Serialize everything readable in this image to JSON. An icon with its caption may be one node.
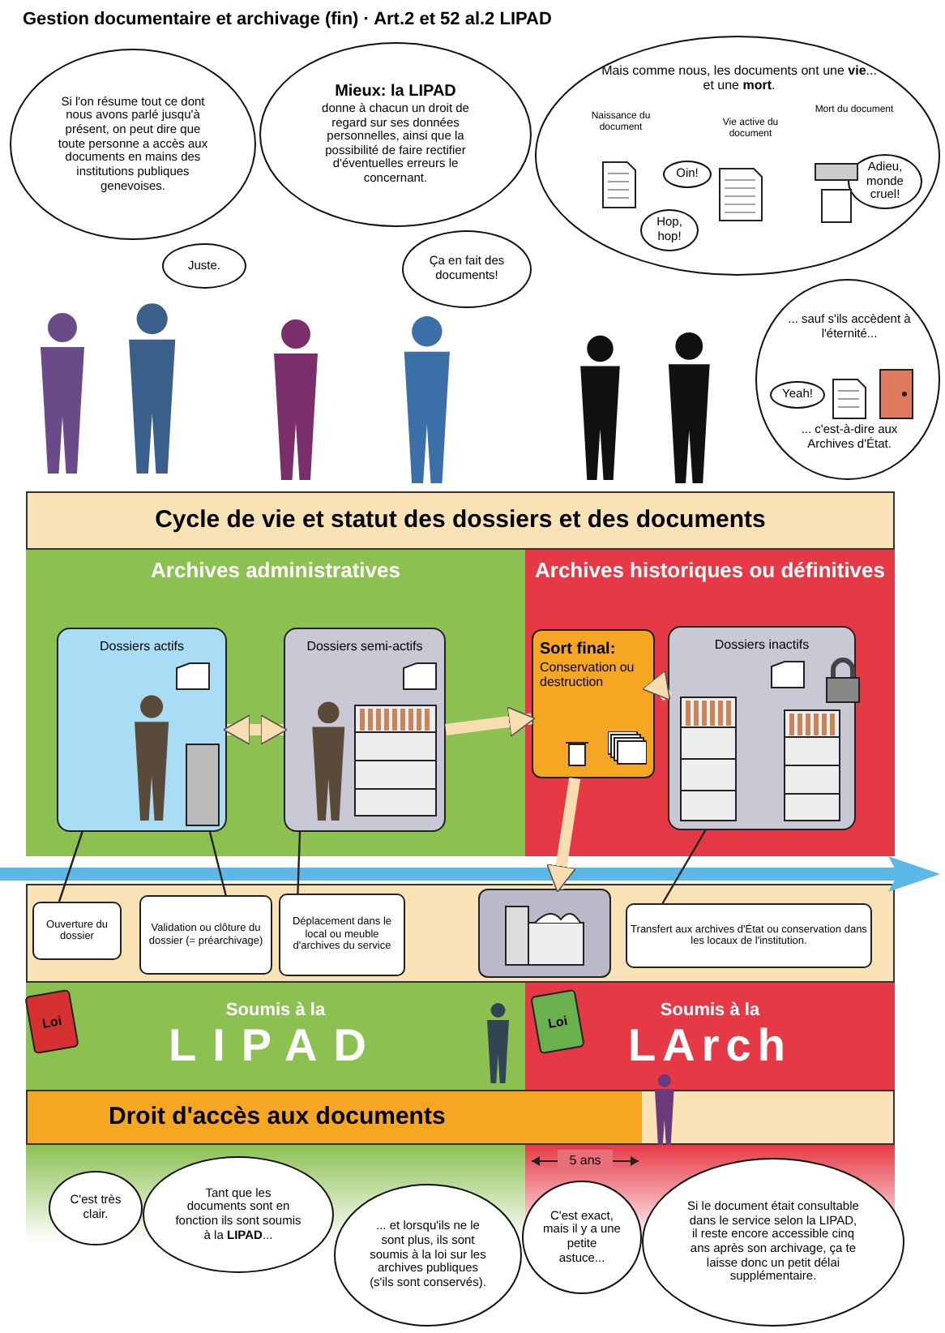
{
  "diagram": {
    "title": "Gestion documentaire et archivage (fin) · Art.2 et 52 al.2 LIPAD",
    "nodes": [
      {
        "text": [
          "Si l'on résume tout ce dont nous avons parlé jusqu'à présent, on peut dire que toute personne a accès aux documents en mains des institutions publiques genevoises."
        ]
      },
      {
        "text": [
          "Juste."
        ]
      },
      {
        "text": [
          "Mieux: la LIPAD",
          "donne à chacun un droit de regard sur ses données personnelles, ainsi que la possibilité de faire rectifier d'éventuelles erreurs le concernant."
        ]
      },
      {
        "text": [
          "Ça en fait des documents!"
        ]
      },
      {
        "text": [
          "Mais comme nous, les documents ont une **vie**... et une **mort**.",
          "Naissance du document",
          "Vie active du document",
          "Mort du document"
        ]
      },
      {
        "text": [
          "Oin!"
        ],
        "in": 4
      },
      {
        "text": [
          "Hop, hop!"
        ],
        "in": 4
      },
      {
        "text": [
          "Adieu, monde cruel!"
        ],
        "in": 4
      },
      {
        "text": [
          "... sauf s'ils accèdent à l'éternité...",
          "... c'est-à-dire aux Archives d'État."
        ]
      },
      {
        "text": [
          "Yeah!"
        ],
        "in": 8
      },
      {
        "text": [
          "Cycle de vie et statut des dossiers et des documents"
        ]
      },
      {
        "text": [
          "Archives administratives"
        ]
      },
      {
        "text": [
          "Archives historiques ou définitives"
        ]
      },
      {
        "text": [
          "Dossiers actifs"
        ],
        "in": 11
      },
      {
        "text": [
          "Dossiers semi-actifs"
        ],
        "in": 11
      },
      {
        "text": [
          "Sort final:",
          "Conservation ou destruction"
        ],
        "in": 12
      },
      {
        "text": [
          "Dossiers inactifs"
        ],
        "in": 12
      },
      {
        "text": [],
        "shape": "picture"
      },
      {
        "text": [
          "Ouverture du dossier"
        ]
      },
      {
        "text": [
          "Validation ou clôture du dossier (= préarchivage)"
        ]
      },
      {
        "text": [
          "Déplacement dans le local ou meuble d'archives du service"
        ]
      },
      {
        "text": [
          "Transfert aux archives d'État ou conservation dans les locaux de l'institution."
        ]
      },
      {
        "text": [
          "Soumis à la",
          "LIPAD"
        ]
      },
      {
        "text": [
          "Soumis à la",
          "LArch"
        ]
      },
      {
        "text": [
          "Droit d'accès aux documents"
        ]
      },
      {
        "text": [
          "C'est très clair."
        ]
      },
      {
        "text": [
          "Tant que les documents sont en fonction ils sont soumis à la **LIPAD**..."
        ]
      },
      {
        "text": [
          "... et lorsqu'ils ne le sont plus, ils sont soumis à la loi sur les archives publiques (s'ils sont conservés)."
        ]
      },
      {
        "text": [
          "C'est exact, mais il y a une petite astuce..."
        ]
      },
      {
        "text": [
          "Si le document était consultable dans le service selon la LIPAD, il reste encore accessible cinq ans après son archivage, ça te laisse donc un petit délai supplémentaire."
        ]
      }
    ],
    "edges": [
      {
        "from": 13,
        "to": 14,
        "arrow": "both",
        "style": "thick",
        "color": "#f8ddb0"
      },
      {
        "from": 14,
        "to": 15,
        "arrow": "to",
        "style": "thick",
        "color": "#f8ddb0"
      },
      {
        "from": 15,
        "to": 16,
        "arrow": "to",
        "style": "thick",
        "color": "#f8ddb0"
      },
      {
        "from": 15,
        "to": 17,
        "arrow": "to",
        "style": "thick",
        "color": "#f8ddb0"
      },
      {
        "from": 18,
        "to": 13,
        "arrow": "none",
        "color": "#222222"
      },
      {
        "from": 19,
        "to": 13,
        "arrow": "none",
        "color": "#222222"
      },
      {
        "from": 20,
        "to": 14,
        "arrow": "none",
        "color": "#222222"
      },
      {
        "from": 21,
        "to": 16,
        "arrow": "none",
        "color": "#222222"
      }
    ],
    "labels": [
      "Loi",
      "Loi",
      "5 ans"
    ]
  }
}
